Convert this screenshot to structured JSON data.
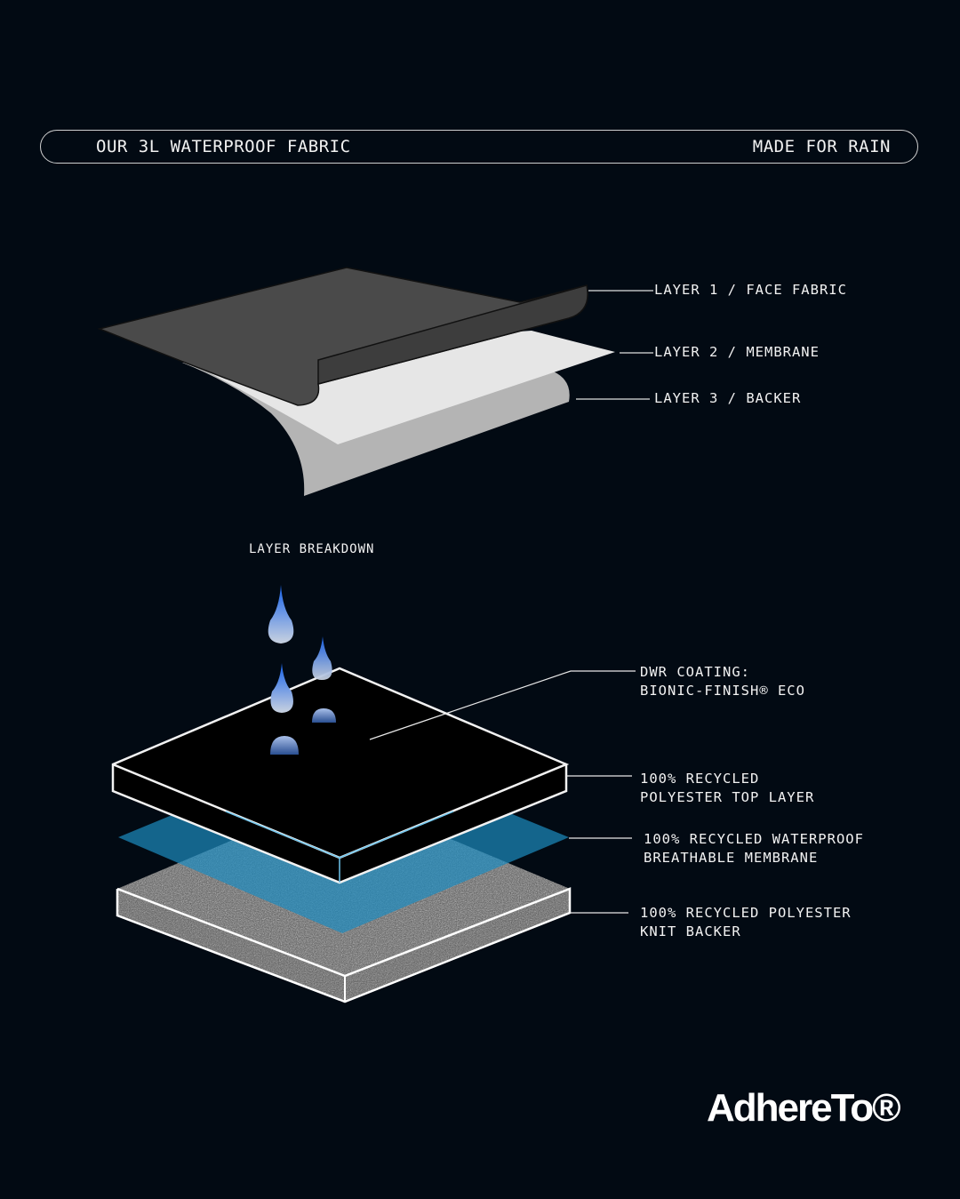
{
  "header": {
    "title": "OUR 3L WATERPROOF FABRIC",
    "tagline": "MADE FOR RAIN"
  },
  "top_diagram": {
    "layers": [
      "LAYER 1 / FACE FABRIC",
      "LAYER 2 / MEMBRANE",
      "LAYER 3 / BACKER"
    ]
  },
  "breakdown": {
    "title": "LAYER BREAKDOWN",
    "labels": [
      {
        "line1": "DWR COATING:",
        "line2": "BIONIC-FINISH® ECO"
      },
      {
        "line1": "100% RECYCLED",
        "line2": "POLYESTER TOP LAYER"
      },
      {
        "line1": "100% RECYCLED WATERPROOF",
        "line2": "BREATHABLE MEMBRANE"
      },
      {
        "line1": "100% RECYCLED POLYESTER",
        "line2": "KNIT BACKER"
      }
    ]
  },
  "brand": {
    "logo": "AdhereTo®"
  },
  "colors": {
    "background": "#020a13",
    "membrane": "#1c8cc0",
    "drop": "#1f6be0"
  }
}
